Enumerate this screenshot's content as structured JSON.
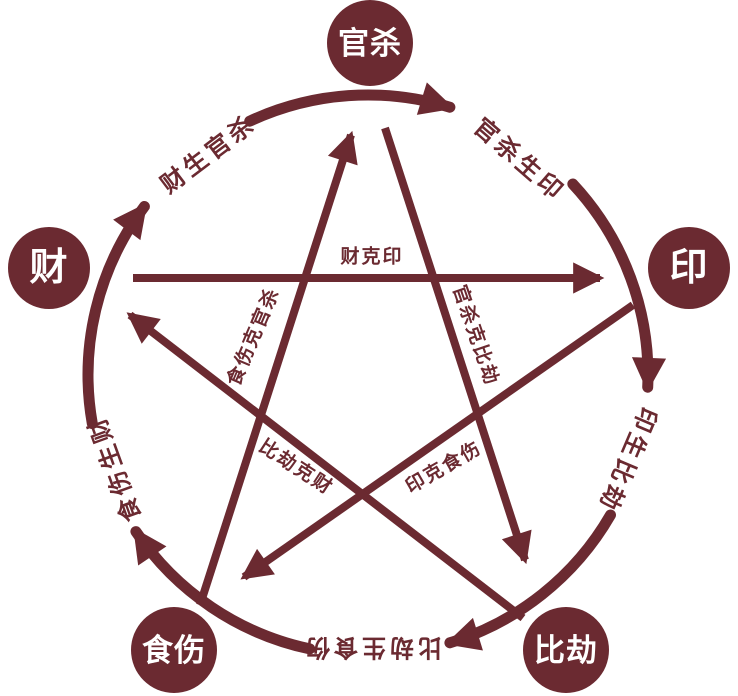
{
  "colors": {
    "primary": "#6b2a31",
    "node_text": "#ffffff",
    "background": "#ffffff"
  },
  "nodes": {
    "guansha": "官杀",
    "yin": "印",
    "bijie": "比劫",
    "shishang": "食伤",
    "cai": "财"
  },
  "sheng_cycle": {
    "cai_guansha": "财生官杀",
    "guansha_yin": "官杀生印",
    "yin_bijie": "印生比劫",
    "bijie_shishang": "比劫生食伤",
    "shishang_cai": "食伤生财"
  },
  "ke_cycle": {
    "cai_yin": "财克印",
    "guansha_bijie": "官杀克比劫",
    "yin_shishang": "印克食伤",
    "bijie_cai": "比劫克财",
    "shishang_guansha": "食伤克官杀"
  }
}
